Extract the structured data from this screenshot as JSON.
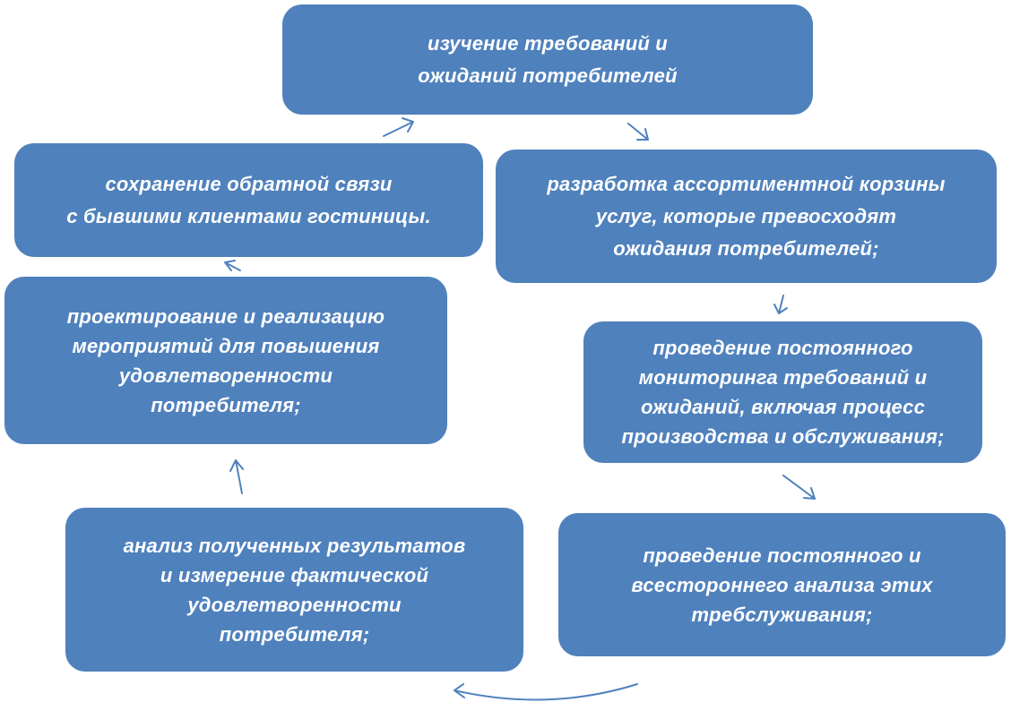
{
  "diagram": {
    "nodes": [
      {
        "id": "top",
        "lines": [
          "изучение требований и",
          "ожиданий потребителей"
        ]
      },
      {
        "id": "right1",
        "lines": [
          "разработка ассортиментной  корзины",
          "услуг, которые превосходят",
          "ожидания потребителей;"
        ]
      },
      {
        "id": "right2",
        "lines": [
          "проведение постоянного",
          "мониторинга требований и",
          "ожиданий, включая  процесс",
          "производства и обслуживания;"
        ]
      },
      {
        "id": "right3",
        "lines": [
          "проведение постоянного и",
          "всестороннего анализа этих",
          "требслуживания;"
        ]
      },
      {
        "id": "left3",
        "lines": [
          "анализ полученных результатов",
          "и измерение фактической",
          "удовлетворенности",
          "потребителя;"
        ]
      },
      {
        "id": "left2",
        "lines": [
          "проектирование и реализацию",
          "мероприятий для повышения",
          "удовлетворенности",
          "потребителя;"
        ]
      },
      {
        "id": "left1",
        "lines": [
          "сохранение обратной связи",
          "с бывшими клиентами гостиницы."
        ]
      }
    ],
    "colors": {
      "node_fill": "#4f81bd",
      "node_text": "#ffffff",
      "arrow": "#4f81bd"
    }
  }
}
